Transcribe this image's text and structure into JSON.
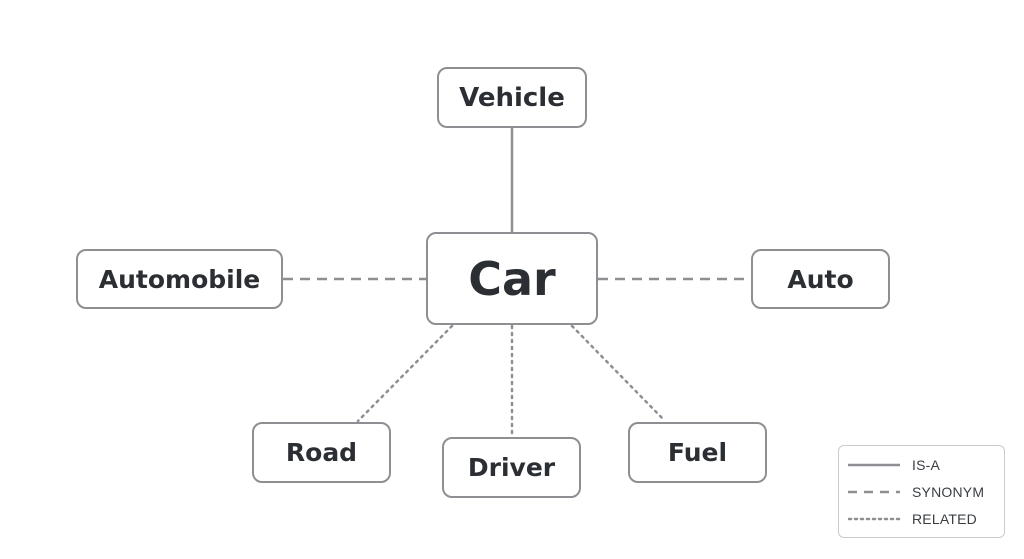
{
  "nodes": {
    "center": "Car",
    "vehicle": "Vehicle",
    "automobile": "Automobile",
    "auto": "Auto",
    "road": "Road",
    "driver": "Driver",
    "fuel": "Fuel"
  },
  "edges": [
    {
      "from": "Car",
      "to": "Vehicle",
      "relation": "IS-A"
    },
    {
      "from": "Car",
      "to": "Automobile",
      "relation": "SYNONYM"
    },
    {
      "from": "Car",
      "to": "Auto",
      "relation": "SYNONYM"
    },
    {
      "from": "Car",
      "to": "Road",
      "relation": "RELATED"
    },
    {
      "from": "Car",
      "to": "Driver",
      "relation": "RELATED"
    },
    {
      "from": "Car",
      "to": "Fuel",
      "relation": "RELATED"
    }
  ],
  "legend": {
    "isa": "IS-A",
    "synonym": "SYNONYM",
    "related": "RELATED"
  },
  "colors": {
    "line": "#8d8f92",
    "text": "#2b2f33"
  }
}
